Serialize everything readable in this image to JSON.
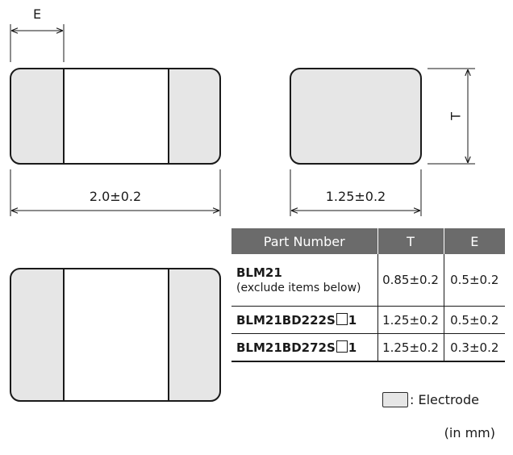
{
  "dimensions": {
    "electrode_label": "E",
    "length_label": "2.0±0.2",
    "width_label": "1.25±0.2",
    "thickness_label": "T"
  },
  "colors": {
    "electrode_fill": "#e6e6e6",
    "body_fill": "#ffffff",
    "outline": "#1a1a1a",
    "table_header_bg": "#6b6b6b"
  },
  "table": {
    "headers": [
      "Part Number",
      "T",
      "E"
    ],
    "rows": [
      {
        "part_main": "BLM21",
        "part_note": "(exclude items below)",
        "t": "0.85±0.2",
        "e": "0.5±0.2"
      },
      {
        "part_prefix": "BLM21BD222S",
        "part_suffix": "1",
        "t": "1.25±0.2",
        "e": "0.5±0.2"
      },
      {
        "part_prefix": "BLM21BD272S",
        "part_suffix": "1",
        "t": "1.25±0.2",
        "e": "0.3±0.2"
      }
    ]
  },
  "legend": {
    "label": ": Electrode"
  },
  "unit_note": "(in mm)"
}
